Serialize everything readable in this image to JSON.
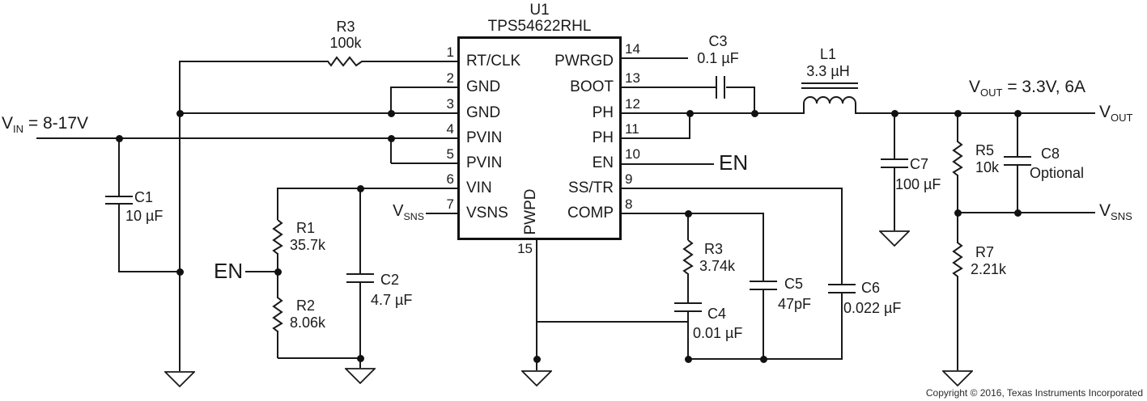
{
  "chip": {
    "ref": "U1",
    "part": "TPS54622RHL",
    "left_pins": [
      {
        "num": "1",
        "name": "RT/CLK"
      },
      {
        "num": "2",
        "name": "GND"
      },
      {
        "num": "3",
        "name": "GND"
      },
      {
        "num": "4",
        "name": "PVIN"
      },
      {
        "num": "5",
        "name": "PVIN"
      },
      {
        "num": "6",
        "name": "VIN"
      },
      {
        "num": "7",
        "name": "VSNS"
      }
    ],
    "right_pins": [
      {
        "num": "14",
        "name": "PWRGD"
      },
      {
        "num": "13",
        "name": "BOOT"
      },
      {
        "num": "12",
        "name": "PH"
      },
      {
        "num": "11",
        "name": "PH"
      },
      {
        "num": "10",
        "name": "EN"
      },
      {
        "num": "9",
        "name": "SS/TR"
      },
      {
        "num": "8",
        "name": "COMP"
      }
    ],
    "bottom_pin": {
      "num": "15",
      "name": "PWPD"
    }
  },
  "nets": {
    "vin": {
      "base": "V",
      "sub": "IN",
      "rest": " = 8-17V"
    },
    "vsns_pin": {
      "base": "V",
      "sub": "SNS"
    },
    "en_left": "EN",
    "en_right": "EN",
    "vout_title": {
      "base": "V",
      "sub": "OUT",
      "rest": " = 3.3V, 6A"
    },
    "vout_term": {
      "base": "V",
      "sub": "OUT"
    },
    "vsns_term": {
      "base": "V",
      "sub": "SNS"
    }
  },
  "components": {
    "r3_top": {
      "ref": "R3",
      "value": "100k"
    },
    "c1": {
      "ref": "C1",
      "value": "10 µF"
    },
    "r1": {
      "ref": "R1",
      "value": "35.7k"
    },
    "r2": {
      "ref": "R2",
      "value": "8.06k"
    },
    "c2": {
      "ref": "C2",
      "value": "4.7 µF"
    },
    "c3": {
      "ref": "C3",
      "value": "0.1 µF"
    },
    "l1": {
      "ref": "L1",
      "value": "3.3 µH"
    },
    "c7": {
      "ref": "C7",
      "value": "100 µF"
    },
    "r5": {
      "ref": "R5",
      "value": "10k"
    },
    "c8": {
      "ref": "C8",
      "value": "Optional"
    },
    "r7": {
      "ref": "R7",
      "value": "2.21k"
    },
    "r3_comp": {
      "ref": "R3",
      "value": "3.74k"
    },
    "c4": {
      "ref": "C4",
      "value": "0.01 µF"
    },
    "c5": {
      "ref": "C5",
      "value": "47pF"
    },
    "c6": {
      "ref": "C6",
      "value": "0.022 µF"
    }
  },
  "footer": {
    "copyright": "Copyright © 2016, Texas Instruments Incorporated"
  }
}
